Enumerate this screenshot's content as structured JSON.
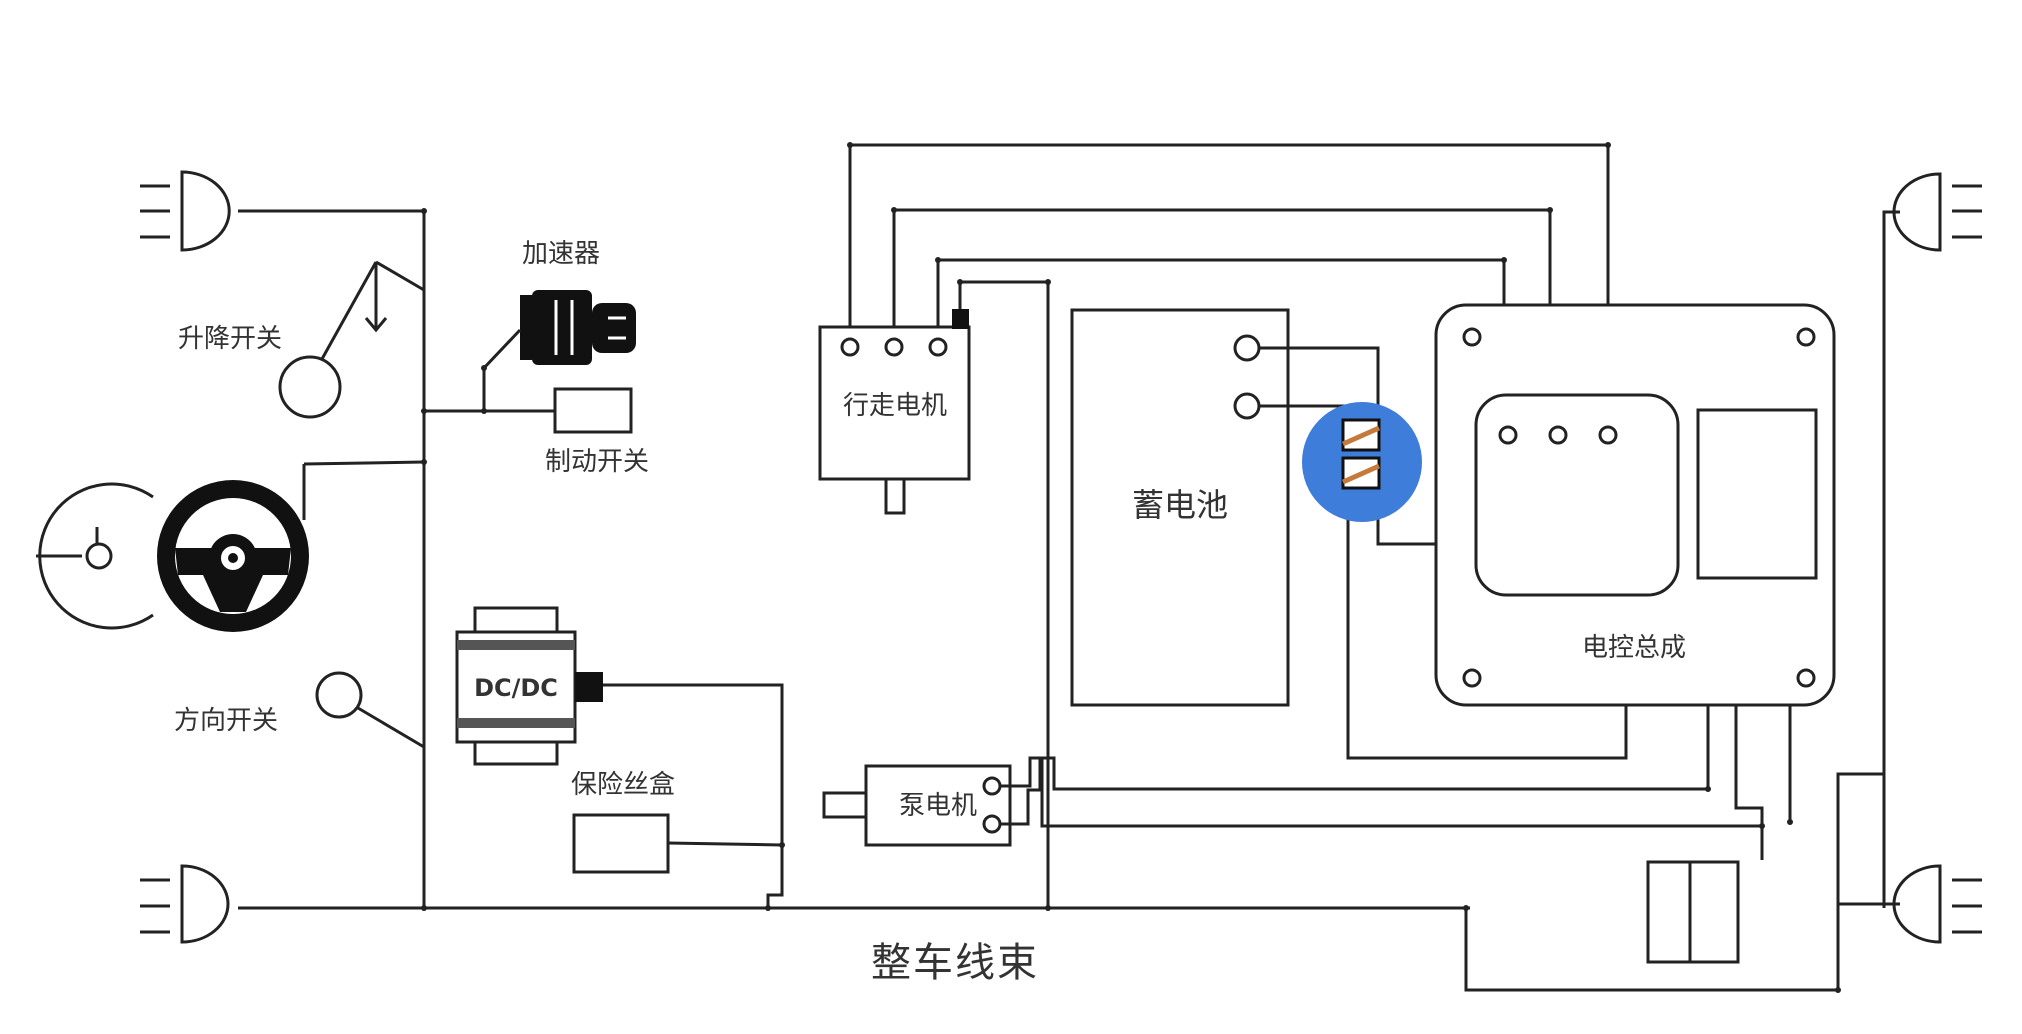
{
  "labels": {
    "accelerator": "加速器",
    "lift_switch": "升降开关",
    "brake_switch": "制动开关",
    "direction_switch": "方向开关",
    "dcdc": "DC/DC",
    "fuse_box": "保险丝盒",
    "drive_motor": "行走电机",
    "pump_motor": "泵电机",
    "battery": "蓄电池",
    "controller": "电控总成",
    "harness": "整车线束"
  },
  "colors": {
    "line": "#222222",
    "text": "#333333",
    "fuse_highlight": "#3f7ddb",
    "fuse_accent": "#c67a3a"
  }
}
